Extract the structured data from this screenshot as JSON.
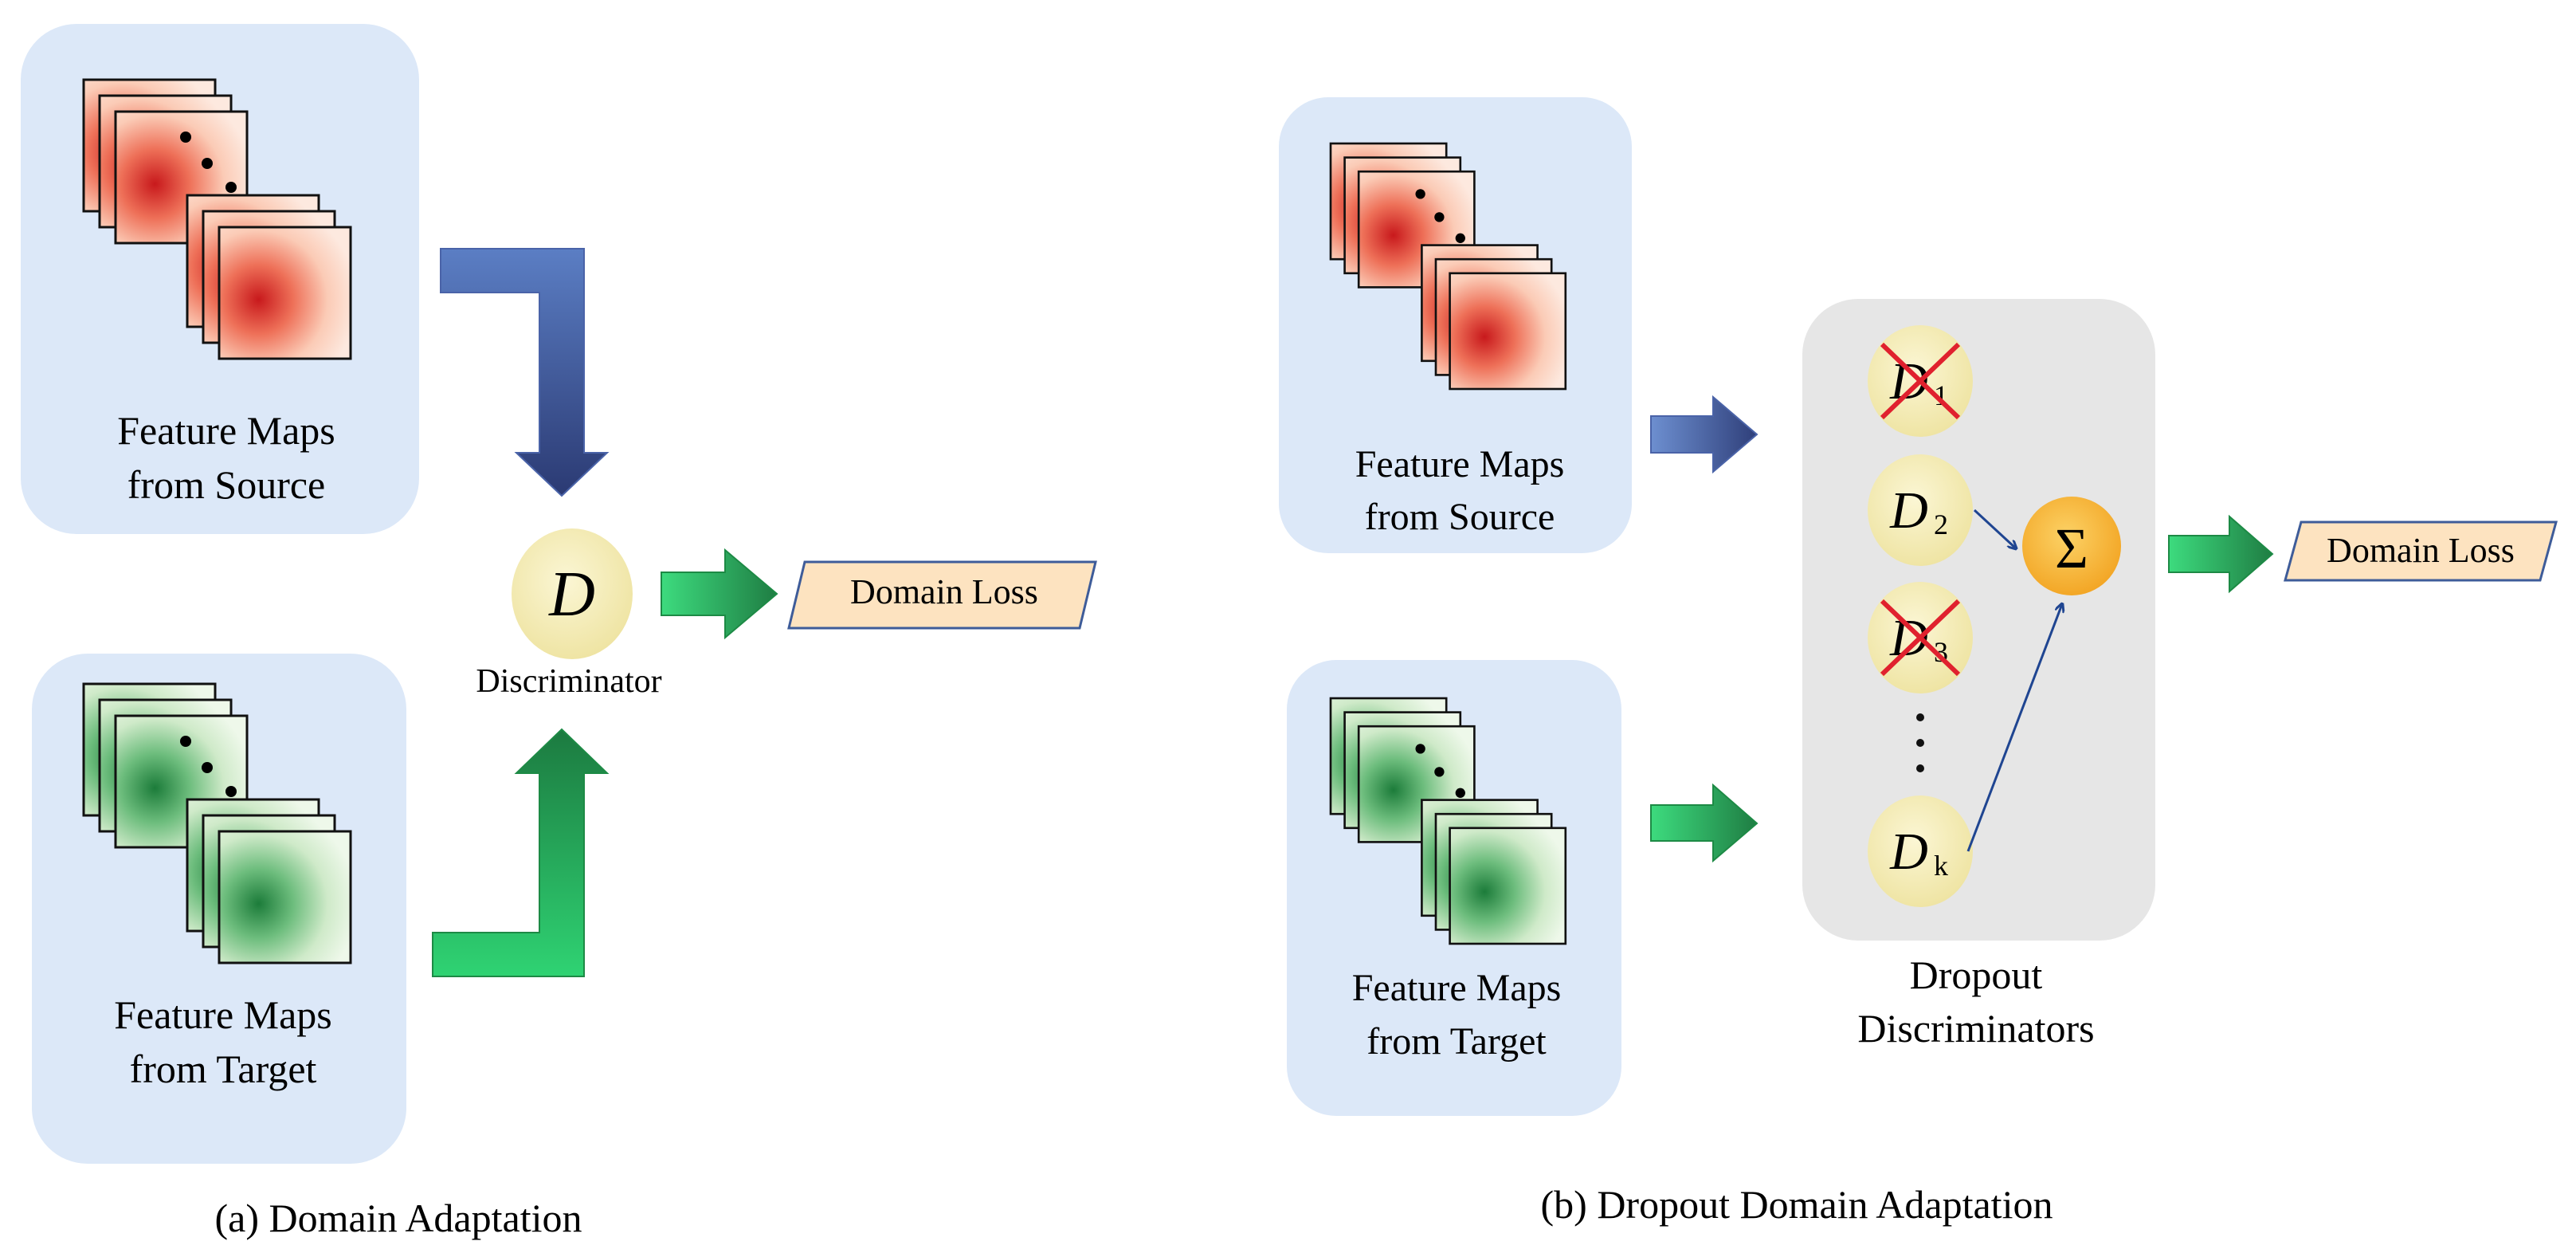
{
  "panel_a": {
    "source_label_line1": "Feature Maps",
    "source_label_line2": "from Source",
    "target_label_line1": "Feature Maps",
    "target_label_line2": "from Target",
    "discriminator_symbol": "D",
    "discriminator_label": "Discriminator",
    "output_label": "Domain Loss",
    "caption": "(a) Domain Adaptation"
  },
  "panel_b": {
    "source_label_line1": "Feature Maps",
    "source_label_line2": "from Source",
    "target_label_line1": "Feature Maps",
    "target_label_line2": "from Target",
    "discriminators": [
      {
        "symbol": "D",
        "subscript": "1",
        "dropped": true
      },
      {
        "symbol": "D",
        "subscript": "2",
        "dropped": false
      },
      {
        "symbol": "D",
        "subscript": "3",
        "dropped": true
      },
      {
        "symbol": "D",
        "subscript": "k",
        "dropped": false
      }
    ],
    "sum_symbol": "Σ",
    "group_label_line1": "Dropout",
    "group_label_line2": "Discriminators",
    "output_label": "Domain Loss",
    "caption": "(b) Dropout Domain Adaptation"
  },
  "colors": {
    "panel_bg": "#dce8f8",
    "group_bg": "#e6e6e6",
    "node_fill": "#f3ecb2",
    "sum_fill": "#f5b335",
    "loss_fill": "#fde3c0",
    "loss_stroke": "#3e5c99",
    "arrow_blue_dark": "#2f3f7a",
    "arrow_blue_light": "#5b7ec4",
    "arrow_green_dark": "#1f7d43",
    "arrow_green_light": "#2fd373",
    "drop_cross": "#e0212e",
    "connector": "#1f4591"
  }
}
